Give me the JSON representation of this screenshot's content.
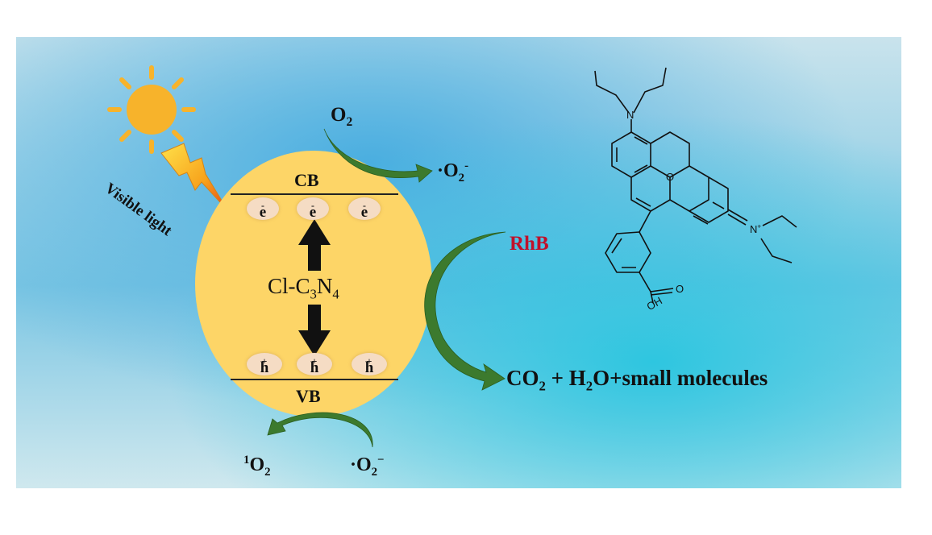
{
  "labels": {
    "light": "Visible light",
    "cb": "CB",
    "vb": "VB",
    "catalyst": {
      "prefix": "Cl-C",
      "sub1": "3",
      "mid": "N",
      "sub2": "4"
    },
    "o2_top": {
      "base": "O",
      "sub": "2"
    },
    "superoxide_top": {
      "base": "·O",
      "sub": "2",
      "sup": "-"
    },
    "singlet_o2": {
      "sup": "1",
      "base": "O",
      "sub": "2"
    },
    "superoxide_bottom": {
      "base": "·O",
      "sub": "2",
      "sup": "−"
    },
    "rhb": "RhB",
    "products": {
      "p1": "CO",
      "s1": "2",
      "p2": " + H",
      "s2": "2",
      "p3": "O+small molecules"
    }
  },
  "electrons": {
    "base": "e",
    "sup": "-",
    "count": 3
  },
  "holes": {
    "base": "h",
    "sup": "+",
    "count": 3
  },
  "molecule": {
    "o_ring": "O",
    "n_plus": "N",
    "plus": "+",
    "acid_o": "O",
    "acid_oh": "OH"
  },
  "colors": {
    "ellipse": "#fdd567",
    "arrow_green": "#3c7a2e",
    "rhb": "#c0102a",
    "sun": "#f5a623",
    "sky_light": "#d4e9ee",
    "sky_mid": "#5fb7df",
    "sky_cyan": "#38c3dc"
  },
  "icons": [
    "sun-icon",
    "lightning-icon"
  ]
}
